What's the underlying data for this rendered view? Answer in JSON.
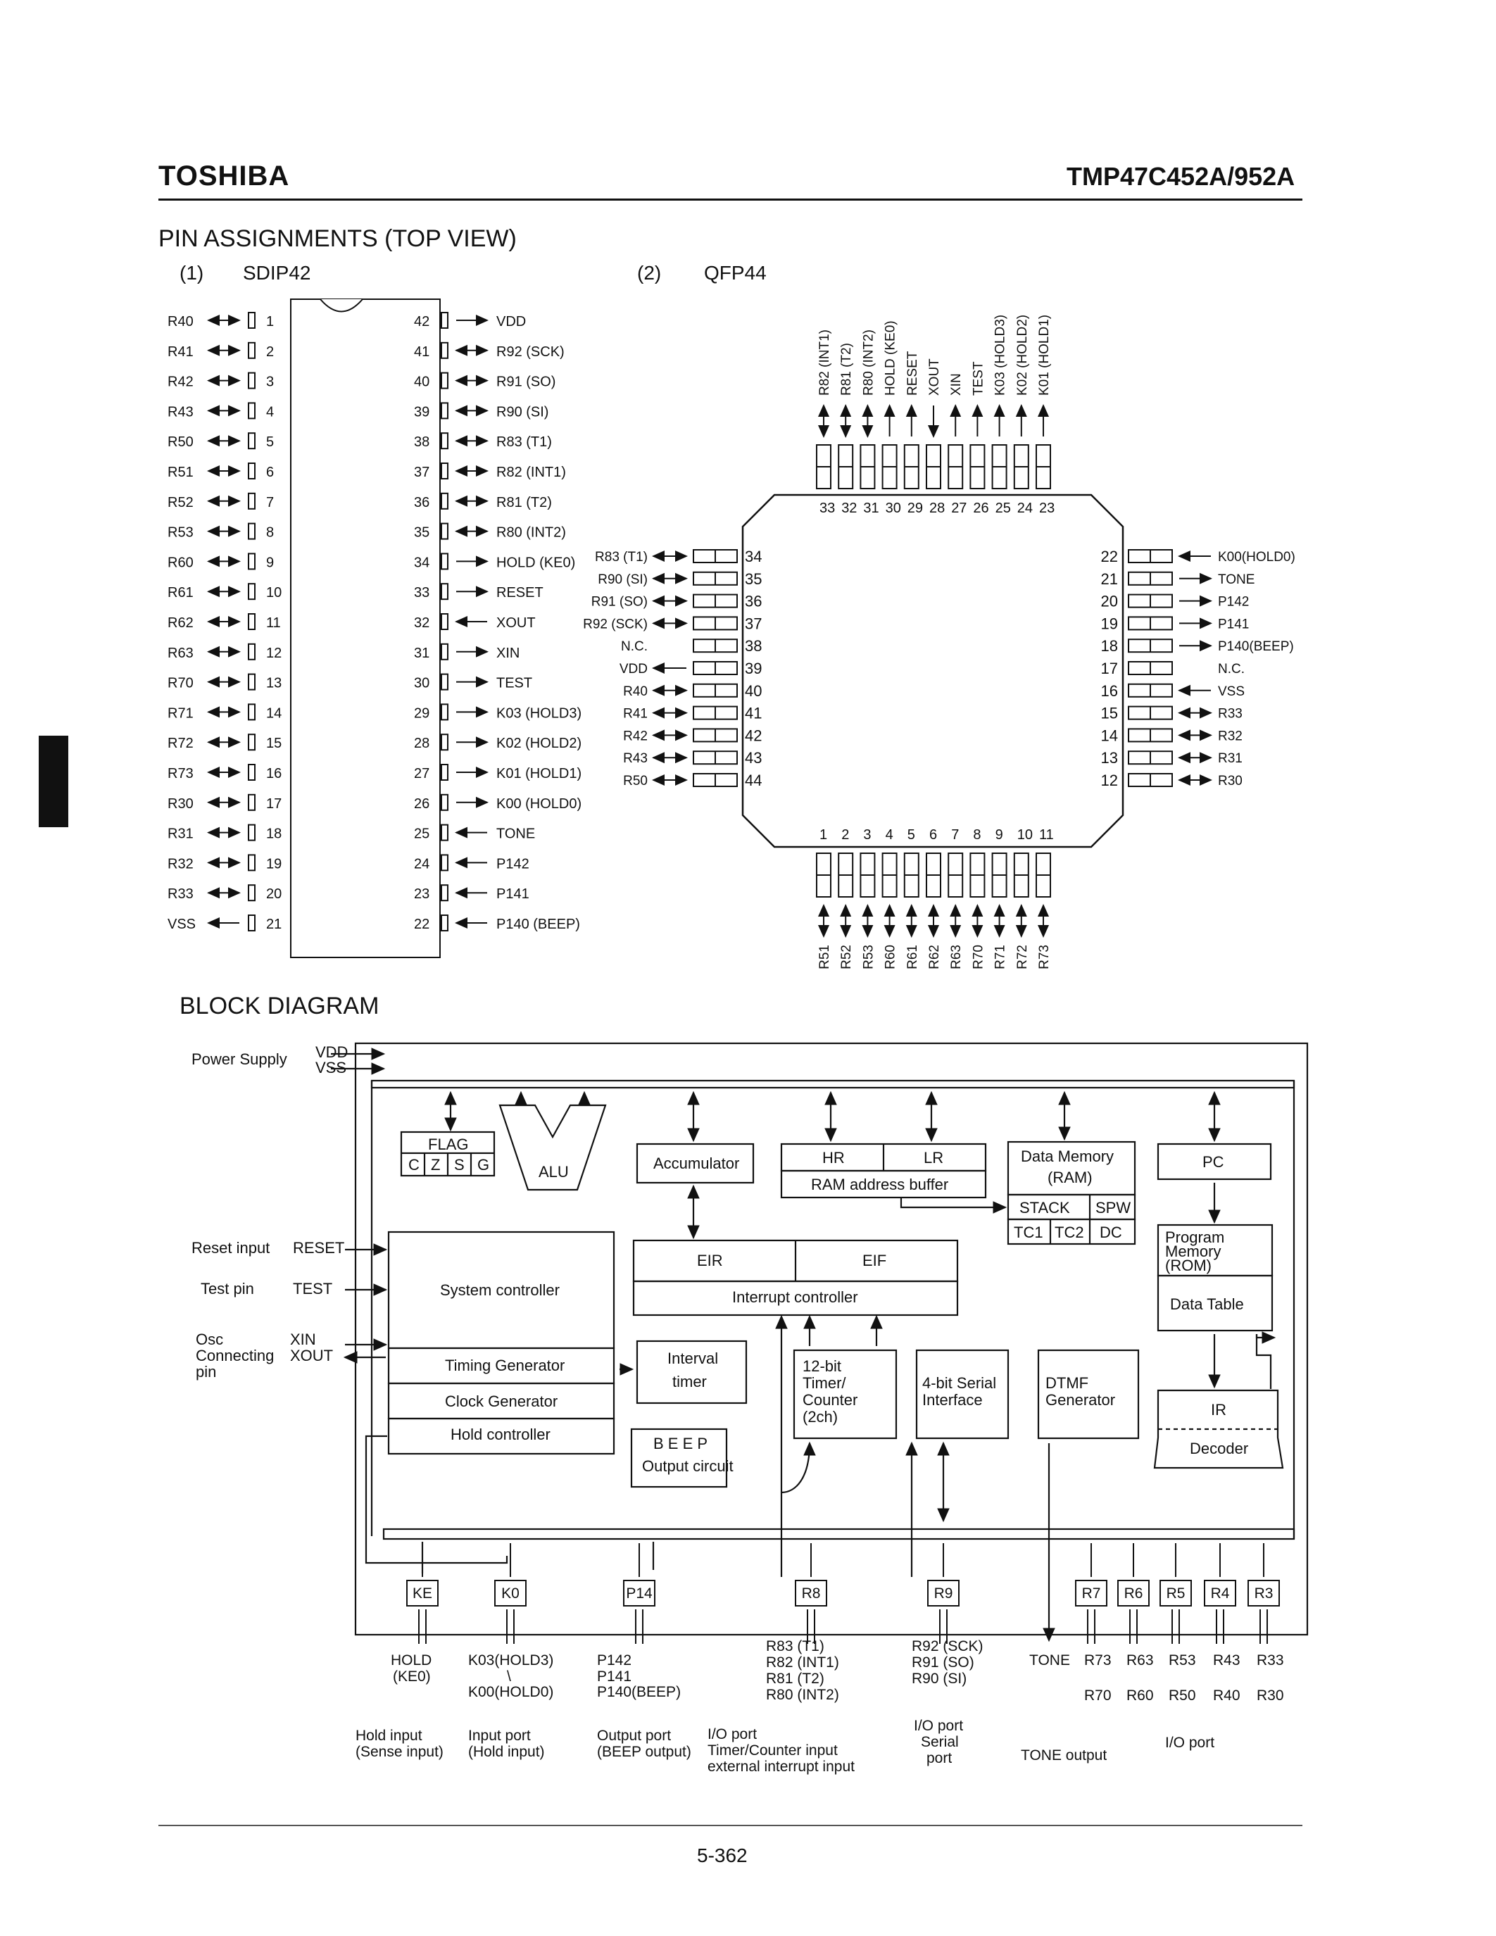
{
  "header": {
    "brand": "TOSHIBA",
    "part_number": "TMP47C452A/952A"
  },
  "pin_section": {
    "title": "PIN ASSIGNMENTS (TOP VIEW)",
    "sdip": {
      "num": "(1)",
      "label": "SDIP42"
    },
    "qfp": {
      "num": "(2)",
      "label": "QFP44"
    }
  },
  "sdip_left": [
    {
      "pin": "1",
      "name": "R40",
      "dir": "bi"
    },
    {
      "pin": "2",
      "name": "R41",
      "dir": "bi"
    },
    {
      "pin": "3",
      "name": "R42",
      "dir": "bi"
    },
    {
      "pin": "4",
      "name": "R43",
      "dir": "bi"
    },
    {
      "pin": "5",
      "name": "R50",
      "dir": "bi"
    },
    {
      "pin": "6",
      "name": "R51",
      "dir": "bi"
    },
    {
      "pin": "7",
      "name": "R52",
      "dir": "bi"
    },
    {
      "pin": "8",
      "name": "R53",
      "dir": "bi"
    },
    {
      "pin": "9",
      "name": "R60",
      "dir": "bi"
    },
    {
      "pin": "10",
      "name": "R61",
      "dir": "bi"
    },
    {
      "pin": "11",
      "name": "R62",
      "dir": "bi"
    },
    {
      "pin": "12",
      "name": "R63",
      "dir": "bi"
    },
    {
      "pin": "13",
      "name": "R70",
      "dir": "bi"
    },
    {
      "pin": "14",
      "name": "R71",
      "dir": "bi"
    },
    {
      "pin": "15",
      "name": "R72",
      "dir": "bi"
    },
    {
      "pin": "16",
      "name": "R73",
      "dir": "bi"
    },
    {
      "pin": "17",
      "name": "R30",
      "dir": "bi"
    },
    {
      "pin": "18",
      "name": "R31",
      "dir": "bi"
    },
    {
      "pin": "19",
      "name": "R32",
      "dir": "bi"
    },
    {
      "pin": "20",
      "name": "R33",
      "dir": "bi"
    },
    {
      "pin": "21",
      "name": "VSS",
      "dir": "in"
    }
  ],
  "sdip_right": [
    {
      "pin": "42",
      "name": "VDD",
      "dir": "in"
    },
    {
      "pin": "41",
      "name": "R92 (SCK)",
      "dir": "bi"
    },
    {
      "pin": "40",
      "name": "R91 (SO)",
      "dir": "bi"
    },
    {
      "pin": "39",
      "name": "R90 (SI)",
      "dir": "bi"
    },
    {
      "pin": "38",
      "name": "R83 (T1)",
      "dir": "bi"
    },
    {
      "pin": "37",
      "name": "R82 (INT1)",
      "dir": "bi"
    },
    {
      "pin": "36",
      "name": "R81 (T2)",
      "dir": "bi"
    },
    {
      "pin": "35",
      "name": "R80 (INT2)",
      "dir": "bi"
    },
    {
      "pin": "34",
      "name": "HOLD (KE0)",
      "dir": "in"
    },
    {
      "pin": "33",
      "name": "RESET",
      "dir": "in"
    },
    {
      "pin": "32",
      "name": "XOUT",
      "dir": "out"
    },
    {
      "pin": "31",
      "name": "XIN",
      "dir": "in"
    },
    {
      "pin": "30",
      "name": "TEST",
      "dir": "in"
    },
    {
      "pin": "29",
      "name": "K03 (HOLD3)",
      "dir": "in"
    },
    {
      "pin": "28",
      "name": "K02 (HOLD2)",
      "dir": "in"
    },
    {
      "pin": "27",
      "name": "K01 (HOLD1)",
      "dir": "in"
    },
    {
      "pin": "26",
      "name": "K00 (HOLD0)",
      "dir": "in"
    },
    {
      "pin": "25",
      "name": "TONE",
      "dir": "out"
    },
    {
      "pin": "24",
      "name": "P142",
      "dir": "out"
    },
    {
      "pin": "23",
      "name": "P141",
      "dir": "out"
    },
    {
      "pin": "22",
      "name": "P140 (BEEP)",
      "dir": "out"
    }
  ],
  "qfp_top": [
    {
      "pin": "33",
      "name": "R82 (INT1)",
      "dir": "bi"
    },
    {
      "pin": "32",
      "name": "R81 (T2)",
      "dir": "bi"
    },
    {
      "pin": "31",
      "name": "R80 (INT2)",
      "dir": "bi"
    },
    {
      "pin": "30",
      "name": "HOLD (KE0)",
      "dir": "in"
    },
    {
      "pin": "29",
      "name": "RESET",
      "dir": "in"
    },
    {
      "pin": "28",
      "name": "XOUT",
      "dir": "out"
    },
    {
      "pin": "27",
      "name": "XIN",
      "dir": "in"
    },
    {
      "pin": "26",
      "name": "TEST",
      "dir": "in"
    },
    {
      "pin": "25",
      "name": "K03 (HOLD3)",
      "dir": "in"
    },
    {
      "pin": "24",
      "name": "K02 (HOLD2)",
      "dir": "in"
    },
    {
      "pin": "23",
      "name": "K01 (HOLD1)",
      "dir": "in"
    }
  ],
  "qfp_left": [
    {
      "pin": "34",
      "name": "R83 (T1)",
      "dir": "bi"
    },
    {
      "pin": "35",
      "name": "R90 (SI)",
      "dir": "bi"
    },
    {
      "pin": "36",
      "name": "R91 (SO)",
      "dir": "bi"
    },
    {
      "pin": "37",
      "name": "R92 (SCK)",
      "dir": "bi"
    },
    {
      "pin": "38",
      "name": "N.C.",
      "dir": "none"
    },
    {
      "pin": "39",
      "name": "VDD",
      "dir": "in"
    },
    {
      "pin": "40",
      "name": "R40",
      "dir": "bi"
    },
    {
      "pin": "41",
      "name": "R41",
      "dir": "bi"
    },
    {
      "pin": "42",
      "name": "R42",
      "dir": "bi"
    },
    {
      "pin": "43",
      "name": "R43",
      "dir": "bi"
    },
    {
      "pin": "44",
      "name": "R50",
      "dir": "bi"
    }
  ],
  "qfp_right": [
    {
      "pin": "22",
      "name": "K00(HOLD0)",
      "dir": "in"
    },
    {
      "pin": "21",
      "name": "TONE",
      "dir": "out"
    },
    {
      "pin": "20",
      "name": "P142",
      "dir": "out"
    },
    {
      "pin": "19",
      "name": "P141",
      "dir": "out"
    },
    {
      "pin": "18",
      "name": "P140(BEEP)",
      "dir": "out"
    },
    {
      "pin": "17",
      "name": "N.C.",
      "dir": "none"
    },
    {
      "pin": "16",
      "name": "VSS",
      "dir": "in"
    },
    {
      "pin": "15",
      "name": "R33",
      "dir": "bi"
    },
    {
      "pin": "14",
      "name": "R32",
      "dir": "bi"
    },
    {
      "pin": "13",
      "name": "R31",
      "dir": "bi"
    },
    {
      "pin": "12",
      "name": "R30",
      "dir": "bi"
    }
  ],
  "qfp_bottom": [
    {
      "pin": "1",
      "name": "R51",
      "dir": "bi"
    },
    {
      "pin": "2",
      "name": "R52",
      "dir": "bi"
    },
    {
      "pin": "3",
      "name": "R53",
      "dir": "bi"
    },
    {
      "pin": "4",
      "name": "R60",
      "dir": "bi"
    },
    {
      "pin": "5",
      "name": "R61",
      "dir": "bi"
    },
    {
      "pin": "6",
      "name": "R62",
      "dir": "bi"
    },
    {
      "pin": "7",
      "name": "R63",
      "dir": "bi"
    },
    {
      "pin": "8",
      "name": "R70",
      "dir": "bi"
    },
    {
      "pin": "9",
      "name": "R71",
      "dir": "bi"
    },
    {
      "pin": "10",
      "name": "R72",
      "dir": "bi"
    },
    {
      "pin": "11",
      "name": "R73",
      "dir": "bi"
    }
  ],
  "block": {
    "title": "BLOCK DIAGRAM",
    "power": {
      "label": "Power Supply",
      "vdd": "VDD",
      "vss": "VSS"
    },
    "reset": {
      "label": "Reset input",
      "pin": "RESET"
    },
    "test": {
      "label": "Test pin",
      "pin": "TEST"
    },
    "osc": {
      "l1": "Osc",
      "l2": "Connecting",
      "l3": "pin",
      "xin": "XIN",
      "xout": "XOUT"
    },
    "flag": "FLAG",
    "flag_bits": [
      "C",
      "Z",
      "S",
      "G"
    ],
    "alu": "ALU",
    "accumulator": "Accumulator",
    "hr": "HR",
    "lr": "LR",
    "ram_buffer": "RAM address buffer",
    "data_memory": "Data Memory",
    "ram": "(RAM)",
    "stack": "STACK",
    "spw": "SPW",
    "tc1": "TC1",
    "tc2": "TC2",
    "dc": "DC",
    "pc": "PC",
    "program_memory": "Program",
    "memory": "Memory",
    "rom": "(ROM)",
    "data_table": "Data Table",
    "system_controller": "System controller",
    "timing": "Timing Generator",
    "clock": "Clock Generator",
    "hold_ctrl": "Hold controller",
    "eir": "EIR",
    "eif": "EIF",
    "interrupt": "Interrupt controller",
    "interval1": "Interval",
    "interval2": "timer",
    "timer1": "12-bit",
    "timer2": "Timer/",
    "timer3": "Counter",
    "timer4": "(2ch)",
    "serial1": "4-bit Serial",
    "serial2": "Interface",
    "dtmf1": "DTMF",
    "dtmf2": "Generator",
    "ir": "IR",
    "decoder": "Decoder",
    "beep1": "B E E P",
    "beep2": "Output circuit",
    "ports": {
      "ke": "KE",
      "k0": "K0",
      "p14": "P14",
      "r8": "R8",
      "r9": "R9",
      "r7": "R7",
      "r6": "R6",
      "r5": "R5",
      "r4": "R4",
      "r3": "R3"
    },
    "pins_hold": [
      "HOLD",
      "(KE0)"
    ],
    "pins_k0": [
      "K03(HOLD3)",
      "\\",
      "K00(HOLD0)"
    ],
    "pins_p14": [
      "P142",
      "P141",
      "P140(BEEP)"
    ],
    "pins_r8": [
      "R83 (T1)",
      "R82 (INT1)",
      "R81 (T2)",
      "R80 (INT2)"
    ],
    "pins_r9": [
      "R92 (SCK)",
      "R91 (SO)",
      "R90 (SI)"
    ],
    "pins_tone": "TONE",
    "pins_r_top": [
      "R73",
      "R63",
      "R53",
      "R43",
      "R33"
    ],
    "pins_r_bottom": [
      "R70",
      "R60",
      "R50",
      "R40",
      "R30"
    ],
    "desc_hold": [
      "Hold input",
      "(Sense input)"
    ],
    "desc_k0": [
      "Input port",
      "(Hold input)"
    ],
    "desc_p14": [
      "Output port",
      "(BEEP output)"
    ],
    "desc_r8": [
      "I/O port",
      "Timer/Counter input",
      "external interrupt input"
    ],
    "desc_r9": [
      "I/O port",
      "Serial",
      "port"
    ],
    "desc_tone": "TONE output",
    "desc_io": "I/O port"
  },
  "footer": {
    "page": "5-362"
  }
}
